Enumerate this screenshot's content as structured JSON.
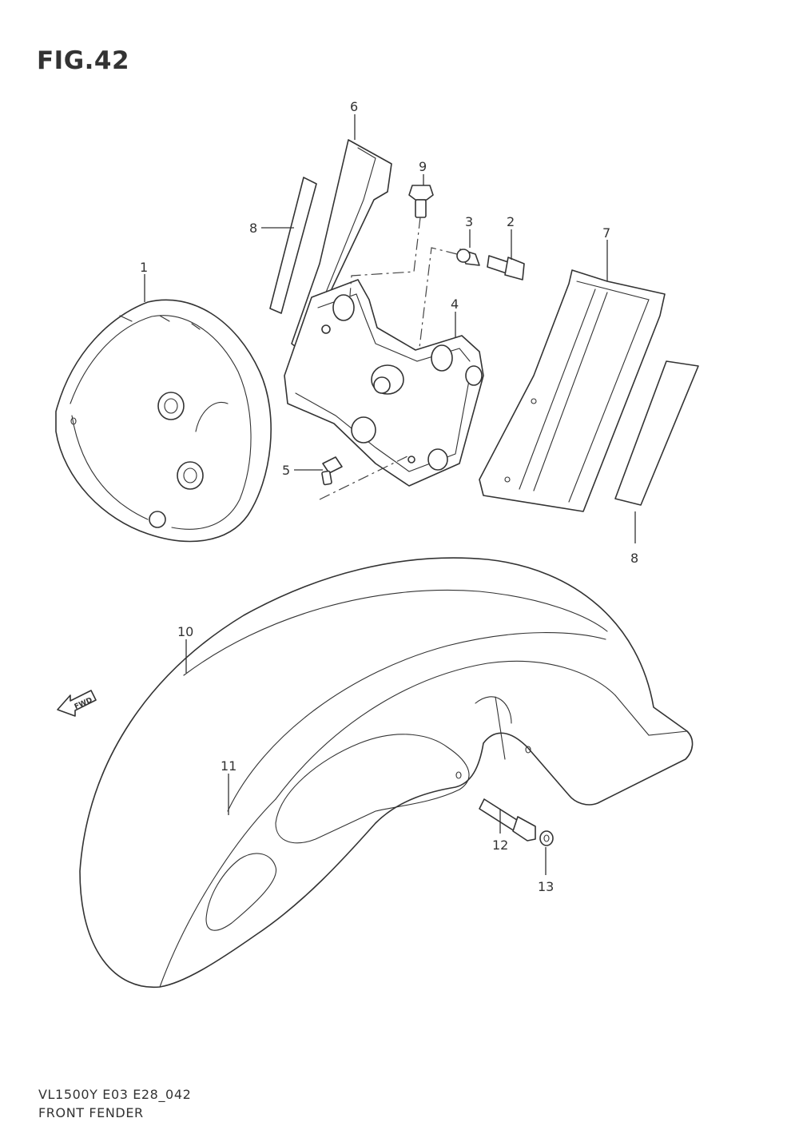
{
  "figure": {
    "title": "FIG.42"
  },
  "callouts": [
    "1",
    "2",
    "3",
    "4",
    "5",
    "6",
    "7",
    "8",
    "8",
    "9",
    "10",
    "11",
    "12",
    "13"
  ],
  "direction_arrow": {
    "label": "FWD",
    "icon": "fwd-arrow-icon"
  },
  "footer": {
    "model_code": "VL1500Y E03 E28_042",
    "section_name": "FRONT FENDER"
  }
}
